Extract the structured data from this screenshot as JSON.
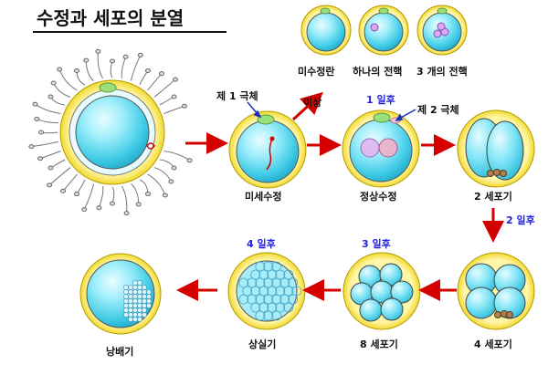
{
  "title": "수정과 세포의 분열",
  "top_row": {
    "unfertilized": "미수정란",
    "one_pronucleus": "하나의 전핵",
    "three_pronuclei": "3 개의 전핵"
  },
  "labels": {
    "polar1": "제 1 극체",
    "polar2": "제 2 극체",
    "abnormal": "이상",
    "microinjection": "미세수정",
    "normal": "정상수정",
    "two_cell": "2 세포기",
    "four_cell": "4 세포기",
    "eight_cell": "8 세포기",
    "morula": "상실기",
    "blastocyst": "낭배기"
  },
  "time_labels": {
    "day1": "1 일후",
    "day2": "2 일후",
    "day3": "3 일후",
    "day4": "4 일후"
  },
  "colors": {
    "zona_yellow": "#f4e24a",
    "cytoplasm": "#4fd6ef",
    "arrow": "#d40000",
    "day_label": "#2222dd"
  }
}
